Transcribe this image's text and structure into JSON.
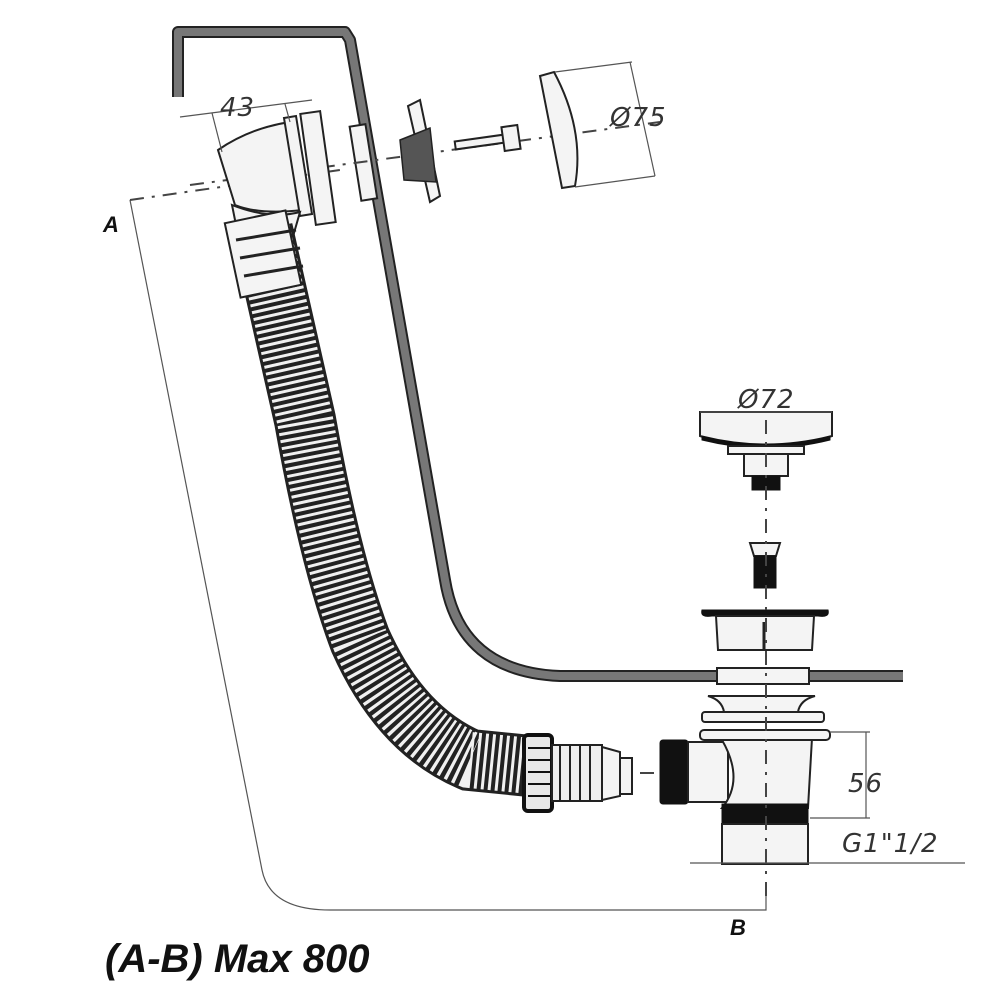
{
  "diagram": {
    "title": "(A-B) Max 800",
    "point_labels": {
      "a": "A",
      "b": "B"
    },
    "dimensions": {
      "overflow_depth": "43",
      "overflow_cover_diameter": "Ø75",
      "plug_diameter": "Ø72",
      "trap_height": "56",
      "outlet_thread": "G1\"1/2"
    },
    "colors": {
      "line": "#222222",
      "bath_wall": "#777777",
      "part_fill": "#f4f4f4",
      "dark_part": "#111111"
    }
  }
}
